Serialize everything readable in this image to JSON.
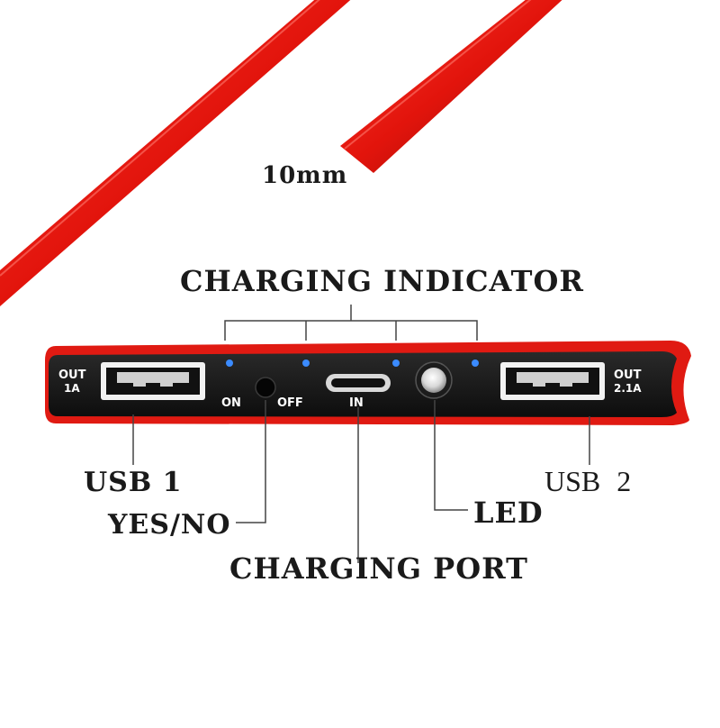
{
  "rod_label": "10mm",
  "callouts": {
    "charging_indicator": "CHARGING INDICATOR",
    "usb1": "USB 1",
    "usb2": "USB 2",
    "switch": "YES/NO",
    "led": "LED",
    "charging_port": "CHARGING PORT"
  },
  "device_marks": {
    "out_left": [
      "OUT",
      "1A"
    ],
    "out_right": [
      "OUT",
      "2.1A"
    ],
    "on": "ON",
    "off": "OFF",
    "in": "IN"
  },
  "colors": {
    "shell": "#e01a12",
    "panel": "#1a1a1a",
    "indicator": "#3b8bff",
    "leader": "#444444"
  }
}
